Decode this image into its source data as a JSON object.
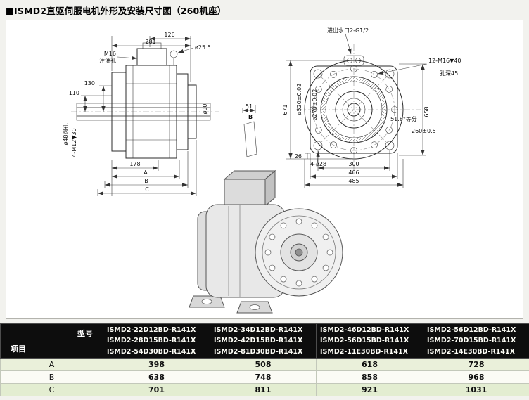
{
  "page": {
    "title": "■ISMD2直驱伺服电机外形及安装尺寸图（260机座）"
  },
  "drawing": {
    "labels": {
      "dim_281": "281",
      "dim_126": "126",
      "m16": "M16",
      "oil_hole": "注油孔",
      "d25_5": "ø25.5",
      "dim_130": "130",
      "dim_110": "110",
      "d48_hole": "ø48圆孔",
      "m12_holes": "4-M12▼30",
      "d90": "ø90",
      "dim_178": "178",
      "dim_a": "A",
      "dim_b": "B",
      "dim_c": "C",
      "detail_b": "B",
      "dim_51": "51",
      "water_port": "进出水口2-G1/2",
      "dim_671": "671",
      "dim_658": "658",
      "d520": "ø520±0.02",
      "d270": "ø270±0.02",
      "m16_12": "12-M16▼40",
      "hole_depth": "孔深45",
      "angle": "51.8°等分",
      "fit_260": "260±0.5",
      "d28_holes": "4-ø28",
      "dim_26": "26",
      "dim_300": "300",
      "dim_406": "406",
      "dim_485": "485"
    }
  },
  "table": {
    "corner": {
      "top": "型号",
      "bottom": "项目"
    },
    "model_columns": [
      [
        "ISMD2-22D12BD-R141X",
        "ISMD2-28D15BD-R141X",
        "ISMD2-54D30BD-R141X"
      ],
      [
        "ISMD2-34D12BD-R141X",
        "ISMD2-42D15BD-R141X",
        "ISMD2-81D30BD-R141X"
      ],
      [
        "ISMD2-46D12BD-R141X",
        "ISMD2-56D15BD-R141X",
        "ISMD2-11E30BD-R141X"
      ],
      [
        "ISMD2-56D12BD-R141X",
        "ISMD2-70D15BD-R141X",
        "ISMD2-14E30BD-R141X"
      ]
    ],
    "rows": [
      {
        "label": "A",
        "values": [
          "398",
          "508",
          "618",
          "728"
        ]
      },
      {
        "label": "B",
        "values": [
          "638",
          "748",
          "858",
          "968"
        ]
      },
      {
        "label": "C",
        "values": [
          "701",
          "811",
          "921",
          "1031"
        ]
      }
    ]
  }
}
